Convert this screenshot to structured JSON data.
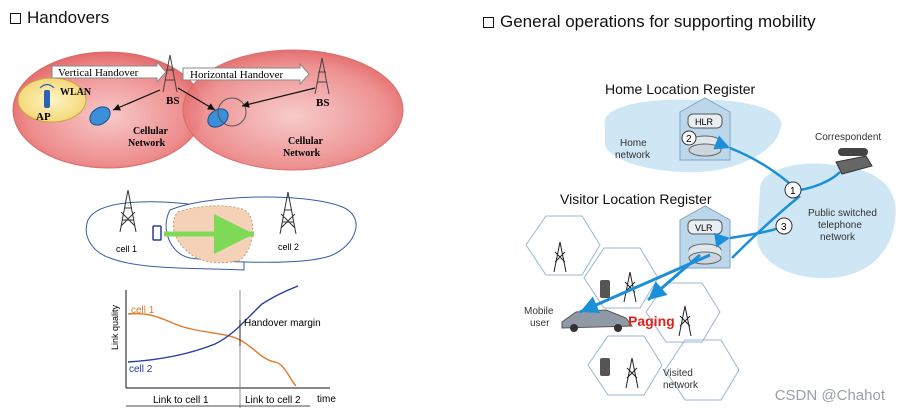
{
  "left": {
    "heading": "Handovers",
    "top_diagram": {
      "vertical_label": "Vertical Handover",
      "horizontal_label": "Horizontal Handover",
      "wlan": "WLAN",
      "ap": "AP",
      "bs1": "BS",
      "bs2": "BS",
      "cellular1_line1": "Cellular",
      "cellular1_line2": "Network",
      "cellular2_line1": "Cellular",
      "cellular2_line2": "Network"
    },
    "bottom_diagram": {
      "cell1": "cell 1",
      "cell2": "cell 2",
      "chart": {
        "ylabel": "Link quality",
        "xlabel": "time",
        "series_cell1": "cell 1",
        "series_cell2": "cell 2",
        "handover_margin": "Handover margin",
        "link_to_cell1": "Link to cell 1",
        "link_to_cell2": "Link to cell 2"
      }
    }
  },
  "right": {
    "heading": "General operations for supporting mobility",
    "home_location_register": "Home Location Register",
    "hlr": "HLR",
    "home_network_line1": "Home",
    "home_network_line2": "network",
    "correspondent": "Correspondent",
    "pstn_line1": "Public switched",
    "pstn_line2": "telephone",
    "pstn_line3": "network",
    "visitor_location_register": "Visitor Location Register",
    "vlr": "VLR",
    "mobile_user_line1": "Mobile",
    "mobile_user_line2": "user",
    "paging": "Paging",
    "visited_network_line1": "Visited",
    "visited_network_line2": "network",
    "step1": "1",
    "step2": "2",
    "step3": "3"
  },
  "watermark": "CSDN @Chahot",
  "colors": {
    "cell1": "#e07a2a",
    "cell2": "#2a3b9e",
    "paging": "#e0201a",
    "blue_arrow": "#1b8fd8",
    "cloud": "#cfe6f5"
  }
}
